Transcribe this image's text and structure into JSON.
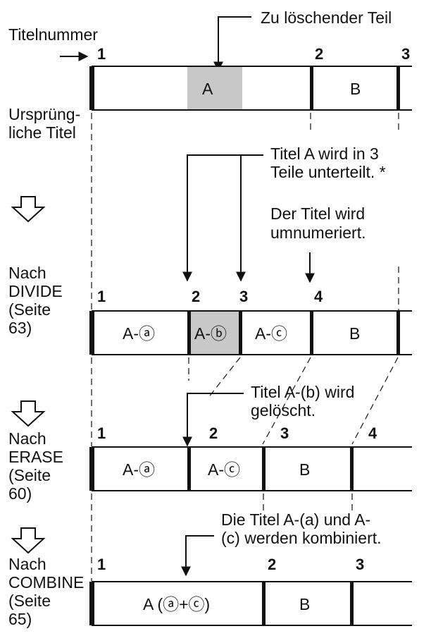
{
  "title_number_label": "Titelnummer",
  "delete_part_label": "Zu löschender Teil",
  "original": {
    "label": [
      "Ursprüng-",
      "liche Titel"
    ],
    "numbers": [
      "1",
      "2",
      "3"
    ],
    "cells": [
      "A",
      "B"
    ]
  },
  "note_divide": [
    "Titel A wird in 3",
    "Teile unterteilt. *"
  ],
  "note_renumber": [
    "Der Titel wird",
    "umnumeriert."
  ],
  "divide": {
    "label": [
      "Nach",
      "DIVIDE",
      "(Seite",
      "63)"
    ],
    "numbers": [
      "1",
      "2",
      "3",
      "4"
    ],
    "cells": [
      "A-ⓐ",
      "A-ⓑ",
      "A-ⓒ",
      "B"
    ]
  },
  "note_erase": [
    "Titel A-(b) wird",
    "gelöscht."
  ],
  "erase": {
    "label": [
      "Nach",
      "ERASE",
      "(Seite",
      "60)"
    ],
    "numbers": [
      "1",
      "2",
      "3",
      "4"
    ],
    "cells": [
      "A-ⓐ",
      "A-ⓒ",
      "B"
    ]
  },
  "note_combine": [
    "Die Titel A-(a) und A-",
    "(c) werden kombiniert."
  ],
  "combine": {
    "label": [
      "Nach",
      "COMBINE",
      "(Seite",
      "65)"
    ],
    "numbers": [
      "1",
      "2",
      "3"
    ],
    "cells": [
      "A (ⓐ+ⓒ)",
      "B"
    ]
  },
  "colors": {
    "line": "#111111",
    "highlight": "#c8c8c8",
    "background": "#ffffff"
  }
}
